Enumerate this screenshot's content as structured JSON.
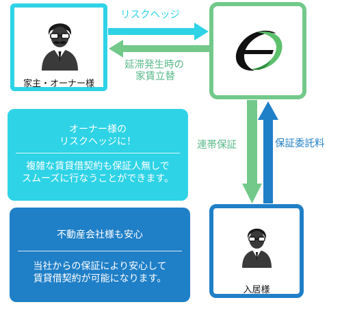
{
  "owner": {
    "label": "家主・オーナー様",
    "icon": "man-with-glasses-and-mustache-icon"
  },
  "company": {
    "logo_icon": "company-logo-icon"
  },
  "tenant": {
    "label": "入居様",
    "icon": "man-with-glasses-icon"
  },
  "arrows": {
    "risk_hedge": "リスクヘッジ",
    "rent_advance_line1": "延滞発生時の",
    "rent_advance_line2": "家賃立替",
    "joint_guarantee": "連帯保証",
    "guarantee_fee": "保証委託料"
  },
  "panels": {
    "owner": {
      "title_line1": "オーナー様の",
      "title_line2": "リスクヘッジに！",
      "body_line1": "複雑な賃貸借契約も保証人無しで",
      "body_line2": "スムーズに行なうことができます。"
    },
    "agency": {
      "title": "不動産会社様も安心",
      "body_line1": "当社からの保証により安心して",
      "body_line2": "賃貸借契約が可能になります。"
    }
  },
  "colors": {
    "cyan": "#2ed3e6",
    "green": "#72c98a",
    "blue": "#1f7fc7"
  }
}
